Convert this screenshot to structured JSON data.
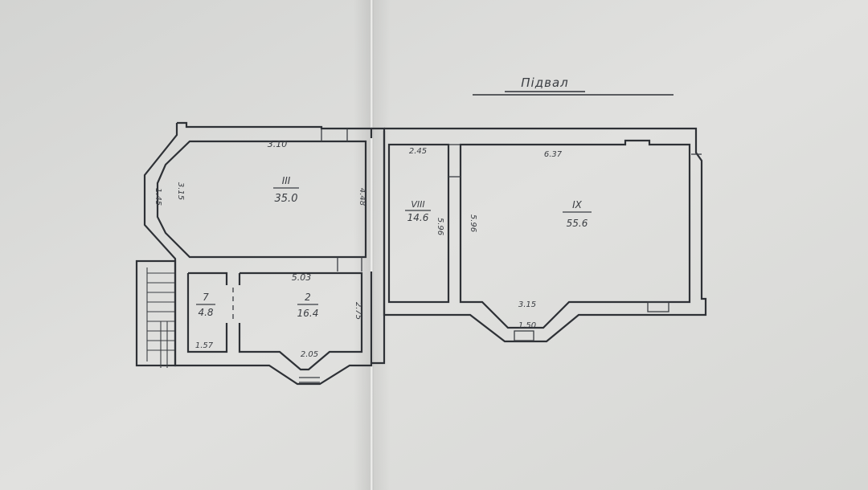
{
  "plan": {
    "title": "Підвал",
    "rooms": {
      "r3": {
        "number": "III",
        "area": "35.0",
        "dims": {
          "top": "3.10",
          "left_outer": "1.45",
          "left_inner": "3.15",
          "right": "4.48"
        }
      },
      "r7": {
        "number": "7",
        "area": "4.8",
        "dims": {
          "bottom": "1.57"
        }
      },
      "r2": {
        "number": "2",
        "area": "16.4",
        "dims": {
          "top": "5.03",
          "right": "2.75",
          "bottom": "2.05"
        }
      },
      "r8": {
        "number": "VIII",
        "area": "14.6",
        "dims": {
          "top": "2.45",
          "right": "5.96"
        }
      },
      "r9": {
        "number": "IX",
        "area": "55.6",
        "dims": {
          "top": "6.37",
          "left": "5.96",
          "bottom": "3.15",
          "bay": "1.50"
        }
      }
    },
    "colors": {
      "paper": "#dcdcda",
      "ink": "#2e3136"
    }
  }
}
